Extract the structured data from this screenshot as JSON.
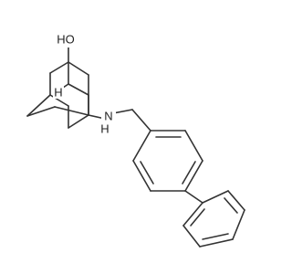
{
  "atoms": {
    "hydroxyl": "HO",
    "amine": "N",
    "amine_h": "H",
    "bridgehead_h": "H"
  },
  "colors": {
    "bond": "#333333",
    "label": "#222222",
    "background": "#ffffff"
  }
}
